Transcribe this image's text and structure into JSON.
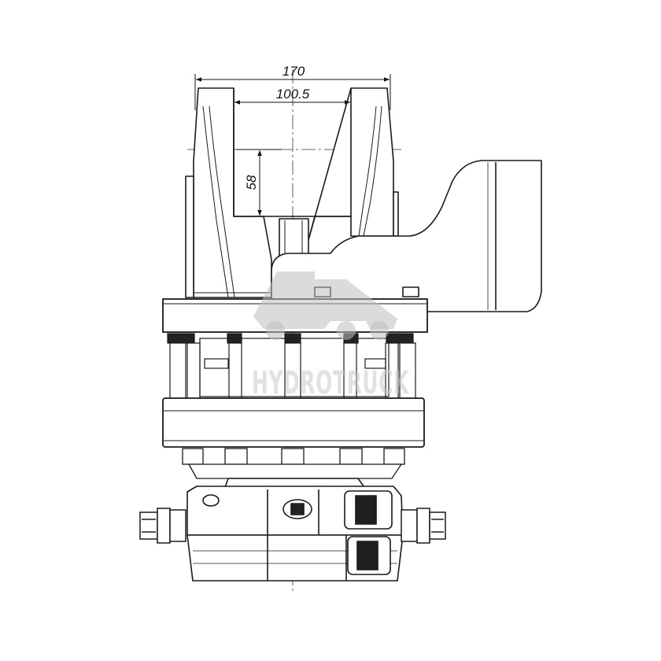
{
  "drawing": {
    "title": "",
    "dimensions": {
      "overall_width": "170",
      "inner_width": "100.5",
      "slot_depth": "58"
    },
    "watermark": {
      "text": "HYDROTRUCK",
      "icon": "dump-truck-icon"
    },
    "colors": {
      "line": "#1a1a1a",
      "watermark": "#c9c9c9",
      "background": "#ffffff"
    }
  }
}
